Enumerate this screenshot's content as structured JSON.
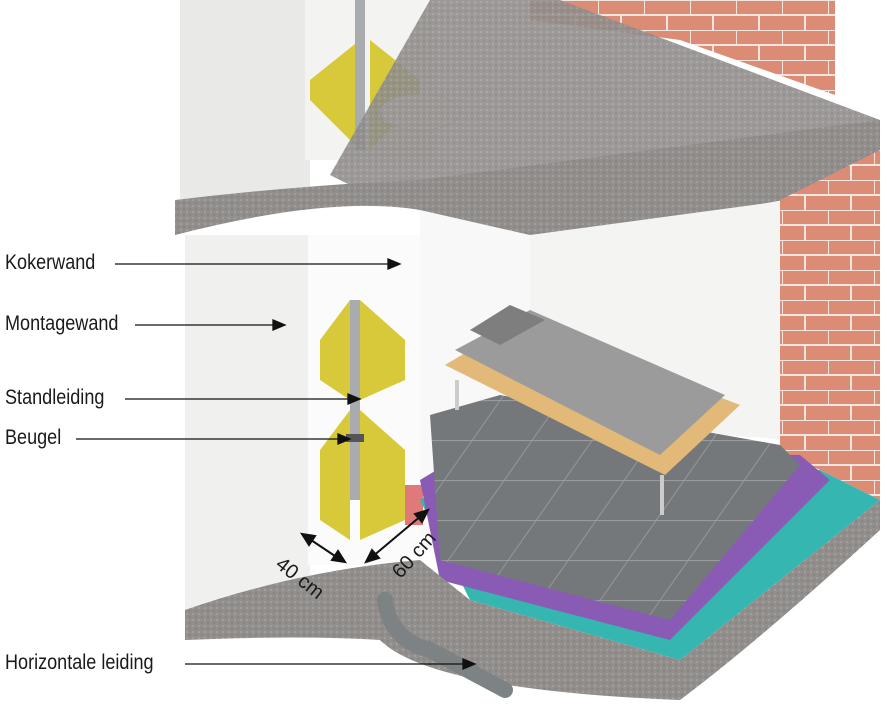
{
  "labels": {
    "kokerwand": "Kokerwand",
    "montagewand": "Montagewand",
    "standleiding": "Standleiding",
    "beugel": "Beugel",
    "horizontale_leiding": "Horizontale leiding"
  },
  "dimensions": {
    "depth": "40 cm",
    "width": "60 cm"
  },
  "colors": {
    "concrete": "#8f8c8a",
    "brick": "#d98a72",
    "insulation": "#d8c93a",
    "floor_tile": "#6f7273",
    "membrane_purple": "#8a5bb5",
    "membrane_teal": "#35b6b0",
    "bed_frame": "#e2b978",
    "pipe": "#7d8285"
  }
}
